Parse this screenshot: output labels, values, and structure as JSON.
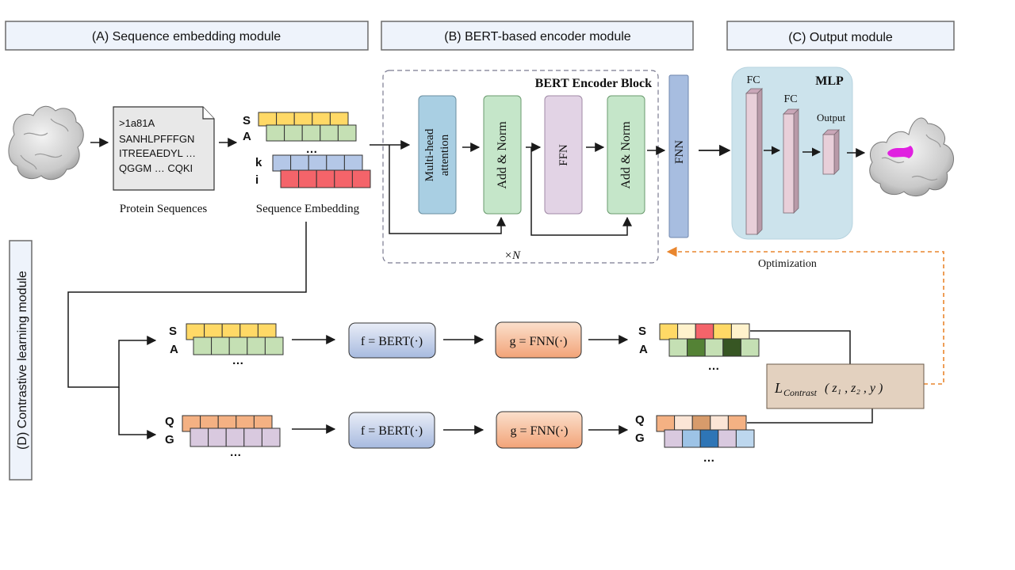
{
  "modules": {
    "a": "(A) Sequence embedding module",
    "b": "(B) BERT-based encoder module",
    "c": "(C) Output module",
    "d": "(D) Contrastive learning module"
  },
  "sequence_file": {
    "lines": [
      ">1a81A",
      "SANHLPFFFGN",
      "ITREEAEDYL …",
      "QGGM … CQKI"
    ],
    "caption": "Protein Sequences"
  },
  "embedding": {
    "caption": "Sequence Embedding",
    "letters": {
      "s": "S",
      "a": "A",
      "k": "k",
      "i": "i"
    },
    "dots": "…"
  },
  "encoder": {
    "title": "BERT Encoder Block",
    "mha": [
      "Multi-head",
      "attention"
    ],
    "add_norm": "Add & Norm",
    "ffn": "FFN",
    "repeat": "×N",
    "fnn": "FNN"
  },
  "mlp": {
    "title": "MLP",
    "fc1": "FC",
    "fc2": "FC",
    "output": "Output"
  },
  "optimization": "Optimization",
  "contrastive": {
    "row1": {
      "top": "S",
      "bottom": "A"
    },
    "row2": {
      "top": "Q",
      "bottom": "G"
    },
    "f": "f = BERT(·)",
    "g": "g = FNN(·)",
    "loss": {
      "L": "L",
      "sub": "Contrast",
      "args": "( z₁ ,  z₂ ,   y )"
    },
    "dots": "…"
  },
  "colors": {
    "yellow": "#FFD966",
    "green": "#C5E0B4",
    "blue": "#B4C7E7",
    "red": "#F4646A",
    "orange": "#F4B183",
    "purple": "#D9C9DF",
    "light_blue_box": "#A9CFE3",
    "mlp_bg": "#CCE3EC",
    "pink": "#E8CFD9",
    "gray": "#E8E8E8",
    "contrast_box": "#E3D1BF",
    "dashed_orange": "#E9862E",
    "magenta": "#E020E0"
  }
}
